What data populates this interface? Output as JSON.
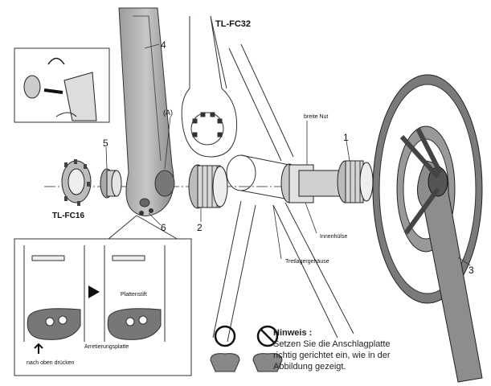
{
  "labels": {
    "tool_fc32": "TL-FC32",
    "tool_fc16": "TL-FC16",
    "part_1": "1",
    "part_2": "2",
    "part_3": "3",
    "part_4": "4",
    "part_5": "5",
    "part_6": "6",
    "part_a": "(A)",
    "breite_nut": "breite Nut",
    "innenhuelse": "Innenhülse",
    "tretlagergehaeuse": "Tretlagergehäuse",
    "plattenstift": "Plattenstift",
    "arretierungsplatte": "Arretierungsplatte",
    "nach_oben": "nach oben drücken"
  },
  "note": {
    "title": "Hinweis :",
    "line1": "Setzen Sie die Anschlagplatte",
    "line2": "richtig gerichtet ein, wie in der",
    "line3": "Abbildung gezeigt."
  },
  "icons": {
    "correct": "circle-ok-icon",
    "wrong": "prohibited-icon"
  }
}
